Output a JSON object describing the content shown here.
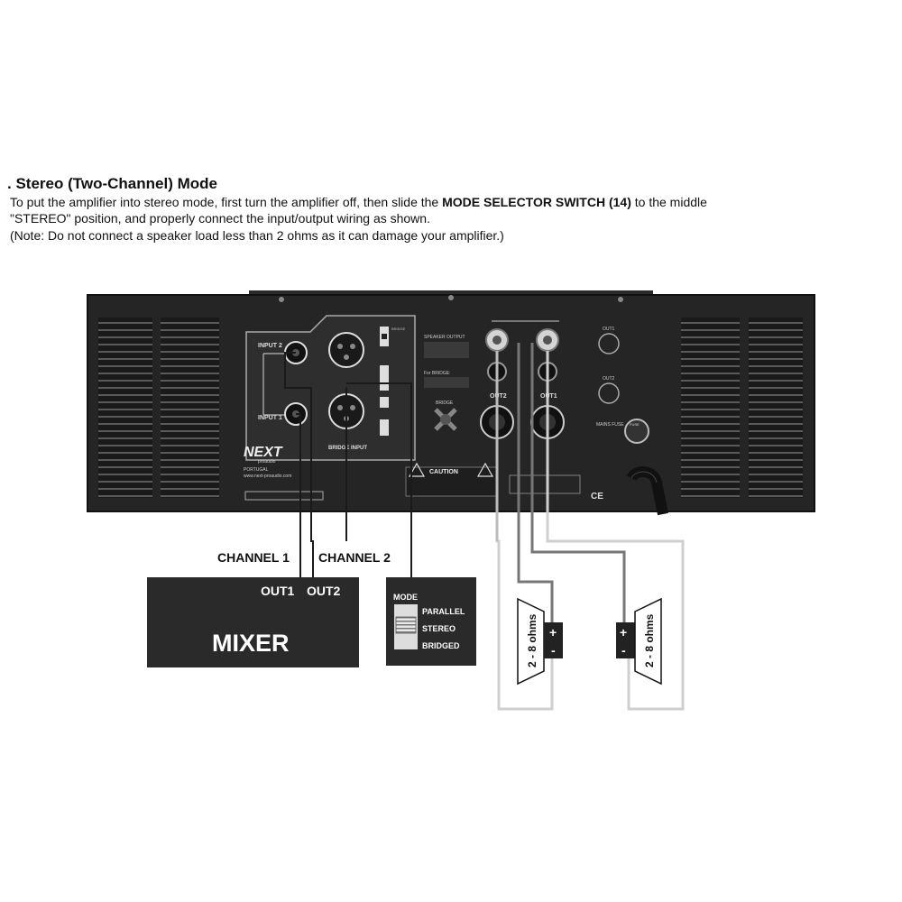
{
  "heading": ". Stereo (Two-Channel) Mode",
  "instructions": {
    "line1_pre": "To put the amplifier into stereo mode, first turn the amplifier off, then slide the ",
    "line1_bold": "MODE SELECTOR SWITCH (14)",
    "line1_post": " to the middle",
    "line2": "\"STEREO\" position, and properly connect the input/output wiring as shown.",
    "line3": "(Note: Do not connect a speaker load less than 2 ohms as it can damage your amplifier.)"
  },
  "amplifier_panel": {
    "input_2": "INPUT 2",
    "input_1": "INPUT 1",
    "bridge_input": "BRIDGE INPUT",
    "bridge_top": "BRIDGE",
    "speaker_output": "SPEAKER OUTPUT",
    "for_bridge": "For BRIDGE:",
    "bridge_label": "BRIDGE",
    "out2": "OUT2",
    "out1": "OUT1",
    "mains_fuse": "MAINS FUSE",
    "fuse": "FUSE",
    "caution": "CAUTION",
    "brand": "NEXT",
    "brand_sub": "proaudio",
    "country": "PORTUGAL",
    "website": "www.next-proaudio.com",
    "ce": "CE",
    "out1_connector": "OUT1",
    "out2_connector": "OUT2"
  },
  "labels": {
    "channel1": "CHANNEL 1",
    "channel2": "CHANNEL 2",
    "mixer_out1": "OUT1",
    "mixer_out2": "OUT2",
    "mixer": "MIXER"
  },
  "mode_box": {
    "title": "MODE",
    "options": [
      "PARALLEL",
      "STEREO",
      "BRIDGED"
    ],
    "selected": "STEREO"
  },
  "speakers": [
    {
      "impedance": "2 - 8 ohms",
      "plus": "+",
      "minus": "-"
    },
    {
      "impedance": "2 - 8 ohms",
      "plus": "+",
      "minus": "-"
    }
  ]
}
